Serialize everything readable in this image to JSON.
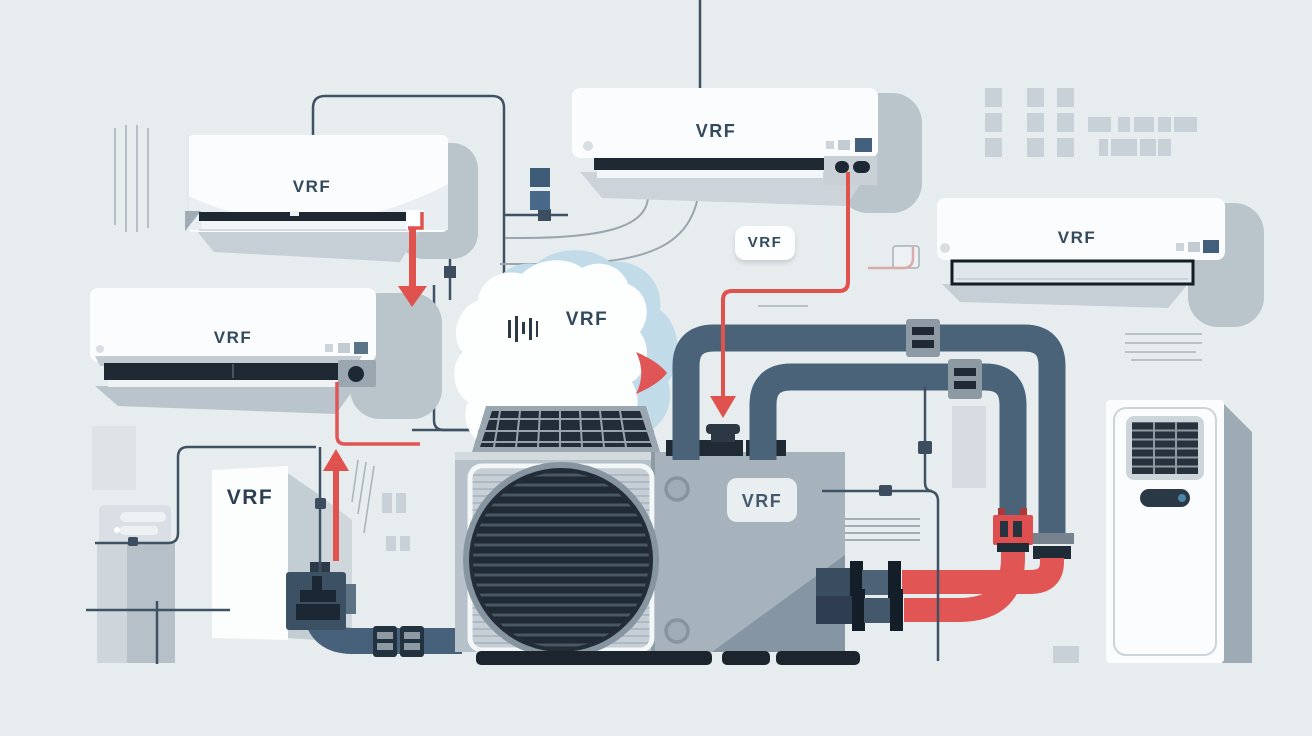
{
  "illustration": {
    "title": "VRF HVAC system illustration",
    "labels": {
      "unit_top_left": "VRF",
      "unit_mid_left": "VRF",
      "unit_top_center": "VRF",
      "unit_right": "VRF",
      "steam_cloud": "VRF",
      "pipe_badge": "VRF",
      "outdoor_unit_badge": "VRF",
      "wall_panel": "VRF"
    },
    "colors": {
      "background": "#e7ecee",
      "unit_white": "#fbfcfd",
      "shadow_gray": "#b9c4cb",
      "vent_dark": "#1f2933",
      "label_navy": "#33495c",
      "pipe_slate": "#4a6378",
      "pipe_fitting_dark": "#141e29",
      "refrigerant_red": "#e25555",
      "steam_blue": "#c2dbe8",
      "outdoor_body": "#b6c1c9",
      "fan_dark": "#222d38"
    }
  }
}
